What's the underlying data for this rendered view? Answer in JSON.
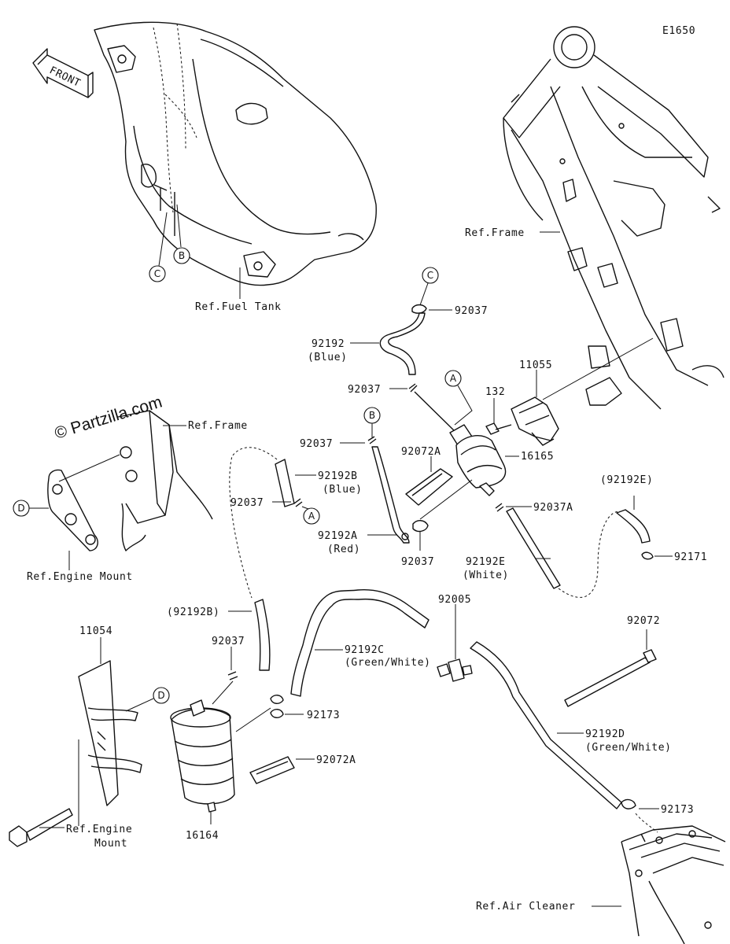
{
  "diagram_code": "E1650",
  "front_label": "FRONT",
  "watermark": "© Partzilla.com",
  "refs": {
    "fuel_tank": "Ref.Fuel Tank",
    "frame_top": "Ref.Frame",
    "frame_left": "Ref.Frame",
    "engine_mount_top": "Ref.Engine Mount",
    "engine_mount_bottom_1": "Ref.Engine",
    "engine_mount_bottom_2": "Mount",
    "air_cleaner": "Ref.Air Cleaner"
  },
  "markers": {
    "c_top": "C",
    "b_top": "B",
    "c_upper": "C",
    "b_mid": "B",
    "a_filter": "A",
    "a_lower": "A",
    "d_left": "D",
    "d_bottom": "D"
  },
  "parts": {
    "p92037_top": "92037",
    "p92192_blue": "92192",
    "p92192_blue_color": "(Blue)",
    "p92037_mid": "92037",
    "p11055": "11055",
    "p132": "132",
    "p92037_b": "92037",
    "p92072a_top": "92072A",
    "p16165": "16165",
    "p92192b": "92192B",
    "p92192b_color": "(Blue)",
    "p92037_left": "92037",
    "p92037a": "92037A",
    "p92192e_paren": "(92192E)",
    "p92192a": "92192A",
    "p92192a_color": "(Red)",
    "p92037_low": "92037",
    "p92192e": "92192E",
    "p92192e_color": "(White)",
    "p92171": "92171",
    "p92005": "92005",
    "p92192b_paren": "(92192B)",
    "p11054": "11054",
    "p92037_can": "92037",
    "p92192c": "92192C",
    "p92192c_color": "(Green/White)",
    "p92072": "92072",
    "p92173_mid": "92173",
    "p92192d": "92192D",
    "p92192d_color": "(Green/White)",
    "p92072a_bottom": "92072A",
    "p92173_bottom": "92173",
    "p16164": "16164"
  }
}
